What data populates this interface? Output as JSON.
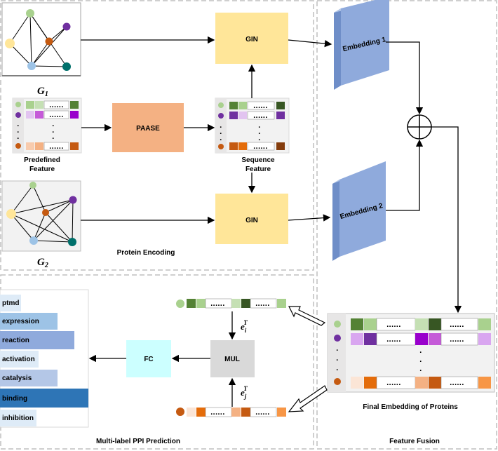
{
  "blocks": {
    "gin_top": "GIN",
    "gin_bottom": "GIN",
    "paase": "PAASE",
    "mul": "MUL",
    "fc": "FC",
    "embedding_1": "Embedding 1",
    "embedding_2": "Embedding 2"
  },
  "graphs": {
    "g1_label": "G",
    "g1_sub": "1",
    "g2_label": "G",
    "g2_sub": "2"
  },
  "labels": {
    "predefined_feature_1": "Predefined",
    "predefined_feature_2": "Feature",
    "sequence_feature_1": "Sequence",
    "sequence_feature_2": "Feature",
    "final_embedding": "Final Embedding of Proteins",
    "e_i": "e",
    "e_i_sub": "i",
    "e_i_sup": "T",
    "e_j": "e",
    "e_j_sub": "j",
    "e_j_sup": "T",
    "ellipsis": "......",
    "vdot": "."
  },
  "sections": {
    "protein_encoding": "Protein Encoding",
    "feature_fusion": "Feature Fusion",
    "multi_label": "Multi-label PPI Prediction"
  },
  "prediction_labels": [
    "ptmd",
    "expression",
    "reaction",
    "activation",
    "catalysis",
    "binding",
    "inhibition"
  ],
  "colors": {
    "gin": "#ffe699",
    "paase": "#f4b183",
    "mul": "#d9d9d9",
    "fc": "#ccffff",
    "embedding": "#8faadc",
    "node_green": "#a9d18e",
    "node_purple": "#7030a0",
    "node_orange": "#c55a11",
    "node_yellow": "#ffe699",
    "node_blue": "#9dc3e6",
    "node_teal": "#00706b"
  }
}
